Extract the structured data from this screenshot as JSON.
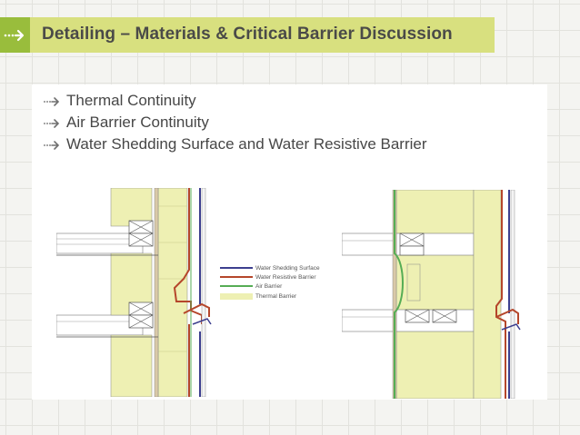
{
  "slide": {
    "title": "Detailing – Materials & Critical Barrier Discussion",
    "bullets": [
      {
        "label": "Thermal Continuity"
      },
      {
        "label": "Air Barrier Continuity"
      },
      {
        "label": "Water Shedding Surface and Water Resistive Barrier"
      }
    ]
  },
  "legend": {
    "items": [
      {
        "label": "Water Shedding Surface",
        "color": "#3d3f8f"
      },
      {
        "label": "Water Resistive Barrier",
        "color": "#b5462b"
      },
      {
        "label": "Air Barrier",
        "color": "#56ad55"
      },
      {
        "label": "Thermal Barrier",
        "color": "#eef0b3"
      }
    ]
  },
  "colors": {
    "header_bg": "#d8e07f",
    "header_icon_bg": "#99bd3c",
    "insulation": "#eef0b3",
    "water_shedding": "#3d3f8f",
    "water_resistive": "#b5462b",
    "air_barrier": "#56ad55"
  }
}
